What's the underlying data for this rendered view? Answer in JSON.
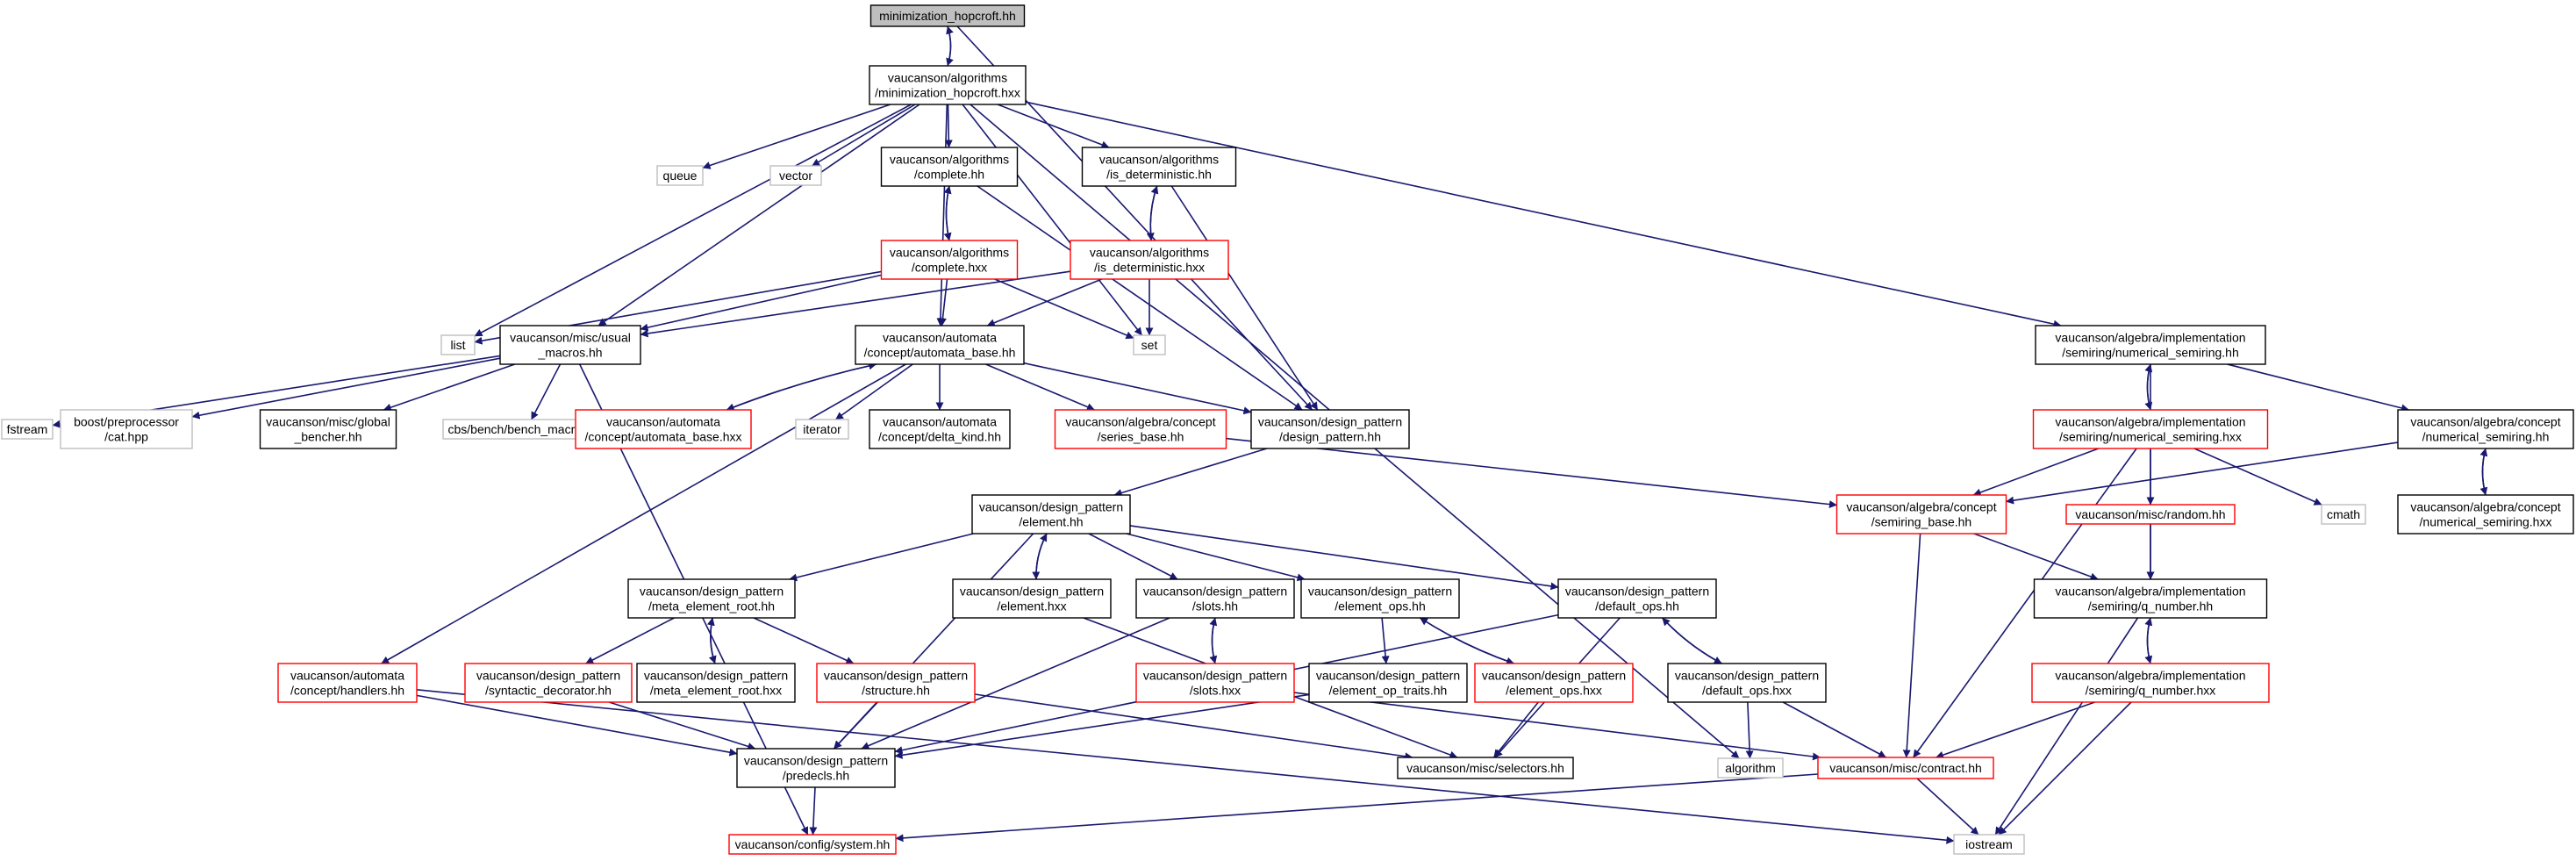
{
  "colors": {
    "edge": "#191970",
    "border_normal": "#000000",
    "border_red": "#ff0000",
    "border_gray": "#bfbfbf",
    "root_fill": "#bfbfbf",
    "fill": "#ffffff"
  },
  "nodes": [
    {
      "id": "n_root",
      "lines": [
        "minimization_hopcroft.hh"
      ],
      "style": "root"
    },
    {
      "id": "n_hxx",
      "lines": [
        "vaucanson/algorithms",
        "/minimization_hopcroft.hxx"
      ],
      "style": "normal"
    },
    {
      "id": "n_queue",
      "lines": [
        "queue"
      ],
      "style": "gray"
    },
    {
      "id": "n_vector",
      "lines": [
        "vector"
      ],
      "style": "gray"
    },
    {
      "id": "n_complete_hh",
      "lines": [
        "vaucanson/algorithms",
        "/complete.hh"
      ],
      "style": "normal"
    },
    {
      "id": "n_isdet_hh",
      "lines": [
        "vaucanson/algorithms",
        "/is_deterministic.hh"
      ],
      "style": "normal"
    },
    {
      "id": "n_complete_hxx",
      "lines": [
        "vaucanson/algorithms",
        "/complete.hxx"
      ],
      "style": "red"
    },
    {
      "id": "n_isdet_hxx",
      "lines": [
        "vaucanson/algorithms",
        "/is_deterministic.hxx"
      ],
      "style": "red"
    },
    {
      "id": "n_list",
      "lines": [
        "list"
      ],
      "style": "gray"
    },
    {
      "id": "n_set",
      "lines": [
        "set"
      ],
      "style": "gray"
    },
    {
      "id": "n_usual",
      "lines": [
        "vaucanson/misc/usual",
        "_macros.hh"
      ],
      "style": "normal"
    },
    {
      "id": "n_autobase",
      "lines": [
        "vaucanson/automata",
        "/concept/automata_base.hh"
      ],
      "style": "normal"
    },
    {
      "id": "n_numsr_hh",
      "lines": [
        "vaucanson/algebra/implementation",
        "/semiring/numerical_semiring.hh"
      ],
      "style": "normal"
    },
    {
      "id": "n_fstream",
      "lines": [
        "fstream"
      ],
      "style": "gray"
    },
    {
      "id": "n_boostcat",
      "lines": [
        "boost/preprocessor",
        "/cat.hpp"
      ],
      "style": "gray"
    },
    {
      "id": "n_bencher",
      "lines": [
        "vaucanson/misc/global",
        "_bencher.hh"
      ],
      "style": "normal"
    },
    {
      "id": "n_cbs",
      "lines": [
        "cbs/bench/bench_macros.hh"
      ],
      "style": "gray"
    },
    {
      "id": "n_autobase_hxx",
      "lines": [
        "vaucanson/automata",
        "/concept/automata_base.hxx"
      ],
      "style": "red"
    },
    {
      "id": "n_iterator",
      "lines": [
        "iterator"
      ],
      "style": "gray"
    },
    {
      "id": "n_deltakind",
      "lines": [
        "vaucanson/automata",
        "/concept/delta_kind.hh"
      ],
      "style": "normal"
    },
    {
      "id": "n_seriesbase",
      "lines": [
        "vaucanson/algebra/concept",
        "/series_base.hh"
      ],
      "style": "red"
    },
    {
      "id": "n_dp",
      "lines": [
        "vaucanson/design_pattern",
        "/design_pattern.hh"
      ],
      "style": "normal"
    },
    {
      "id": "n_numsr_hxx",
      "lines": [
        "vaucanson/algebra/implementation",
        "/semiring/numerical_semiring.hxx"
      ],
      "style": "red"
    },
    {
      "id": "n_concept_numsr_hh",
      "lines": [
        "vaucanson/algebra/concept",
        "/numerical_semiring.hh"
      ],
      "style": "normal"
    },
    {
      "id": "n_element_hh",
      "lines": [
        "vaucanson/design_pattern",
        "/element.hh"
      ],
      "style": "normal"
    },
    {
      "id": "n_srbase",
      "lines": [
        "vaucanson/algebra/concept",
        "/semiring_base.hh"
      ],
      "style": "red"
    },
    {
      "id": "n_random",
      "lines": [
        "vaucanson/misc/random.hh"
      ],
      "style": "red"
    },
    {
      "id": "n_cmath",
      "lines": [
        "cmath"
      ],
      "style": "gray"
    },
    {
      "id": "n_concept_numsr_hxx",
      "lines": [
        "vaucanson/algebra/concept",
        "/numerical_semiring.hxx"
      ],
      "style": "normal"
    },
    {
      "id": "n_meta_hh",
      "lines": [
        "vaucanson/design_pattern",
        "/meta_element_root.hh"
      ],
      "style": "normal"
    },
    {
      "id": "n_element_hxx",
      "lines": [
        "vaucanson/design_pattern",
        "/element.hxx"
      ],
      "style": "normal"
    },
    {
      "id": "n_slots_hh",
      "lines": [
        "vaucanson/design_pattern",
        "/slots.hh"
      ],
      "style": "normal"
    },
    {
      "id": "n_elops_hh",
      "lines": [
        "vaucanson/design_pattern",
        "/element_ops.hh"
      ],
      "style": "normal"
    },
    {
      "id": "n_defops_hh",
      "lines": [
        "vaucanson/design_pattern",
        "/default_ops.hh"
      ],
      "style": "normal"
    },
    {
      "id": "n_qnum_hh",
      "lines": [
        "vaucanson/algebra/implementation",
        "/semiring/q_number.hh"
      ],
      "style": "normal"
    },
    {
      "id": "n_handlers",
      "lines": [
        "vaucanson/automata",
        "/concept/handlers.hh"
      ],
      "style": "red"
    },
    {
      "id": "n_syntactic",
      "lines": [
        "vaucanson/design_pattern",
        "/syntactic_decorator.hh"
      ],
      "style": "red"
    },
    {
      "id": "n_meta_hxx",
      "lines": [
        "vaucanson/design_pattern",
        "/meta_element_root.hxx"
      ],
      "style": "normal"
    },
    {
      "id": "n_structure",
      "lines": [
        "vaucanson/design_pattern",
        "/structure.hh"
      ],
      "style": "red"
    },
    {
      "id": "n_slots_hxx",
      "lines": [
        "vaucanson/design_pattern",
        "/slots.hxx"
      ],
      "style": "red"
    },
    {
      "id": "n_elop_traits",
      "lines": [
        "vaucanson/design_pattern",
        "/element_op_traits.hh"
      ],
      "style": "normal"
    },
    {
      "id": "n_elops_hxx",
      "lines": [
        "vaucanson/design_pattern",
        "/element_ops.hxx"
      ],
      "style": "red"
    },
    {
      "id": "n_defops_hxx",
      "lines": [
        "vaucanson/design_pattern",
        "/default_ops.hxx"
      ],
      "style": "normal"
    },
    {
      "id": "n_qnum_hxx",
      "lines": [
        "vaucanson/algebra/implementation",
        "/semiring/q_number.hxx"
      ],
      "style": "red"
    },
    {
      "id": "n_predecls",
      "lines": [
        "vaucanson/design_pattern",
        "/predecls.hh"
      ],
      "style": "normal"
    },
    {
      "id": "n_selectors",
      "lines": [
        "vaucanson/misc/selectors.hh"
      ],
      "style": "normal"
    },
    {
      "id": "n_algorithm",
      "lines": [
        "algorithm"
      ],
      "style": "gray"
    },
    {
      "id": "n_contract",
      "lines": [
        "vaucanson/misc/contract.hh"
      ],
      "style": "red"
    },
    {
      "id": "n_system",
      "lines": [
        "vaucanson/config/system.hh"
      ],
      "style": "red"
    },
    {
      "id": "n_iostream",
      "lines": [
        "iostream"
      ],
      "style": "gray"
    }
  ],
  "edges": [
    [
      "n_root",
      "n_hxx"
    ],
    [
      "n_hxx",
      "n_root"
    ],
    [
      "n_hxx",
      "n_queue"
    ],
    [
      "n_hxx",
      "n_vector"
    ],
    [
      "n_hxx",
      "n_complete_hh"
    ],
    [
      "n_hxx",
      "n_isdet_hh"
    ],
    [
      "n_hxx",
      "n_list"
    ],
    [
      "n_hxx",
      "n_set"
    ],
    [
      "n_hxx",
      "n_usual"
    ],
    [
      "n_hxx",
      "n_autobase"
    ],
    [
      "n_hxx",
      "n_numsr_hh"
    ],
    [
      "n_hxx",
      "n_algorithm"
    ],
    [
      "n_root",
      "n_dp"
    ],
    [
      "n_complete_hh",
      "n_complete_hxx"
    ],
    [
      "n_complete_hxx",
      "n_complete_hh"
    ],
    [
      "n_complete_hh",
      "n_dp"
    ],
    [
      "n_isdet_hh",
      "n_isdet_hxx"
    ],
    [
      "n_isdet_hxx",
      "n_isdet_hh"
    ],
    [
      "n_isdet_hh",
      "n_dp"
    ],
    [
      "n_complete_hxx",
      "n_list"
    ],
    [
      "n_complete_hxx",
      "n_usual"
    ],
    [
      "n_complete_hxx",
      "n_autobase"
    ],
    [
      "n_complete_hxx",
      "n_set"
    ],
    [
      "n_isdet_hxx",
      "n_usual"
    ],
    [
      "n_isdet_hxx",
      "n_autobase"
    ],
    [
      "n_isdet_hxx",
      "n_set"
    ],
    [
      "n_usual",
      "n_fstream"
    ],
    [
      "n_usual",
      "n_boostcat"
    ],
    [
      "n_usual",
      "n_bencher"
    ],
    [
      "n_usual",
      "n_cbs"
    ],
    [
      "n_usual",
      "n_system"
    ],
    [
      "n_autobase",
      "n_autobase_hxx"
    ],
    [
      "n_autobase_hxx",
      "n_autobase"
    ],
    [
      "n_autobase",
      "n_iterator"
    ],
    [
      "n_autobase",
      "n_deltakind"
    ],
    [
      "n_autobase",
      "n_seriesbase"
    ],
    [
      "n_autobase",
      "n_dp"
    ],
    [
      "n_autobase",
      "n_handlers"
    ],
    [
      "n_seriesbase",
      "n_srbase"
    ],
    [
      "n_dp",
      "n_element_hh"
    ],
    [
      "n_numsr_hh",
      "n_numsr_hxx"
    ],
    [
      "n_numsr_hxx",
      "n_numsr_hh"
    ],
    [
      "n_numsr_hh",
      "n_concept_numsr_hh"
    ],
    [
      "n_numsr_hh",
      "n_qnum_hh"
    ],
    [
      "n_numsr_hxx",
      "n_srbase"
    ],
    [
      "n_numsr_hxx",
      "n_random"
    ],
    [
      "n_numsr_hxx",
      "n_cmath"
    ],
    [
      "n_numsr_hxx",
      "n_contract"
    ],
    [
      "n_concept_numsr_hh",
      "n_concept_numsr_hxx"
    ],
    [
      "n_concept_numsr_hxx",
      "n_concept_numsr_hh"
    ],
    [
      "n_concept_numsr_hh",
      "n_srbase"
    ],
    [
      "n_srbase",
      "n_qnum_hh"
    ],
    [
      "n_srbase",
      "n_contract"
    ],
    [
      "n_random",
      "n_qnum_hh"
    ],
    [
      "n_qnum_hh",
      "n_qnum_hxx"
    ],
    [
      "n_qnum_hxx",
      "n_qnum_hh"
    ],
    [
      "n_qnum_hh",
      "n_iostream"
    ],
    [
      "n_qnum_hxx",
      "n_contract"
    ],
    [
      "n_qnum_hxx",
      "n_iostream"
    ],
    [
      "n_element_hh",
      "n_meta_hh"
    ],
    [
      "n_element_hh",
      "n_element_hxx"
    ],
    [
      "n_element_hxx",
      "n_element_hh"
    ],
    [
      "n_element_hh",
      "n_slots_hh"
    ],
    [
      "n_element_hh",
      "n_elops_hh"
    ],
    [
      "n_element_hh",
      "n_defops_hh"
    ],
    [
      "n_element_hh",
      "n_predecls"
    ],
    [
      "n_meta_hh",
      "n_syntactic"
    ],
    [
      "n_meta_hh",
      "n_meta_hxx"
    ],
    [
      "n_meta_hxx",
      "n_meta_hh"
    ],
    [
      "n_meta_hh",
      "n_structure"
    ],
    [
      "n_slots_hh",
      "n_slots_hxx"
    ],
    [
      "n_slots_hxx",
      "n_slots_hh"
    ],
    [
      "n_slots_hh",
      "n_predecls"
    ],
    [
      "n_elops_hh",
      "n_elop_traits"
    ],
    [
      "n_elops_hh",
      "n_elops_hxx"
    ],
    [
      "n_elops_hxx",
      "n_elops_hh"
    ],
    [
      "n_defops_hh",
      "n_defops_hxx"
    ],
    [
      "n_defops_hxx",
      "n_defops_hh"
    ],
    [
      "n_defops_hh",
      "n_predecls"
    ],
    [
      "n_defops_hh",
      "n_selectors"
    ],
    [
      "n_defops_hxx",
      "n_algorithm"
    ],
    [
      "n_defops_hxx",
      "n_contract"
    ],
    [
      "n_element_hxx",
      "n_selectors"
    ],
    [
      "n_elops_hxx",
      "n_selectors"
    ],
    [
      "n_slots_hxx",
      "n_contract"
    ],
    [
      "n_syntactic",
      "n_predecls"
    ],
    [
      "n_structure",
      "n_predecls"
    ],
    [
      "n_elop_traits",
      "n_predecls"
    ],
    [
      "n_structure",
      "n_selectors"
    ],
    [
      "n_handlers",
      "n_predecls"
    ],
    [
      "n_handlers",
      "n_iostream"
    ],
    [
      "n_predecls",
      "n_system"
    ],
    [
      "n_contract",
      "n_system"
    ],
    [
      "n_contract",
      "n_iostream"
    ]
  ]
}
